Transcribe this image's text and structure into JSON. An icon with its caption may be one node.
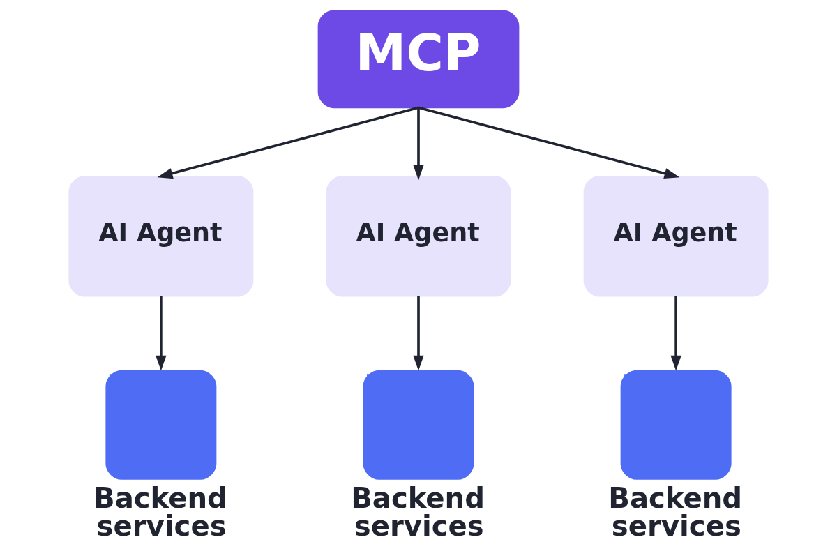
{
  "diagram": {
    "nodes": [
      {
        "text": [
          "MCP"
        ]
      },
      {
        "text": [
          "AI Agent"
        ]
      },
      {
        "text": [
          "AI Agent"
        ]
      },
      {
        "text": [
          "AI Agent"
        ]
      },
      {
        "text": [
          "Backend services"
        ]
      },
      {
        "text": [
          "Backend services"
        ]
      },
      {
        "text": [
          "Backend services"
        ]
      }
    ],
    "edges": [
      {
        "from": 0,
        "to": 1,
        "arrow": "to"
      },
      {
        "from": 0,
        "to": 2,
        "arrow": "to"
      },
      {
        "from": 0,
        "to": 3,
        "arrow": "to"
      },
      {
        "from": 1,
        "to": 4,
        "arrow": "to"
      },
      {
        "from": 2,
        "to": 5,
        "arrow": "to"
      },
      {
        "from": 3,
        "to": 6,
        "arrow": "to"
      }
    ]
  }
}
